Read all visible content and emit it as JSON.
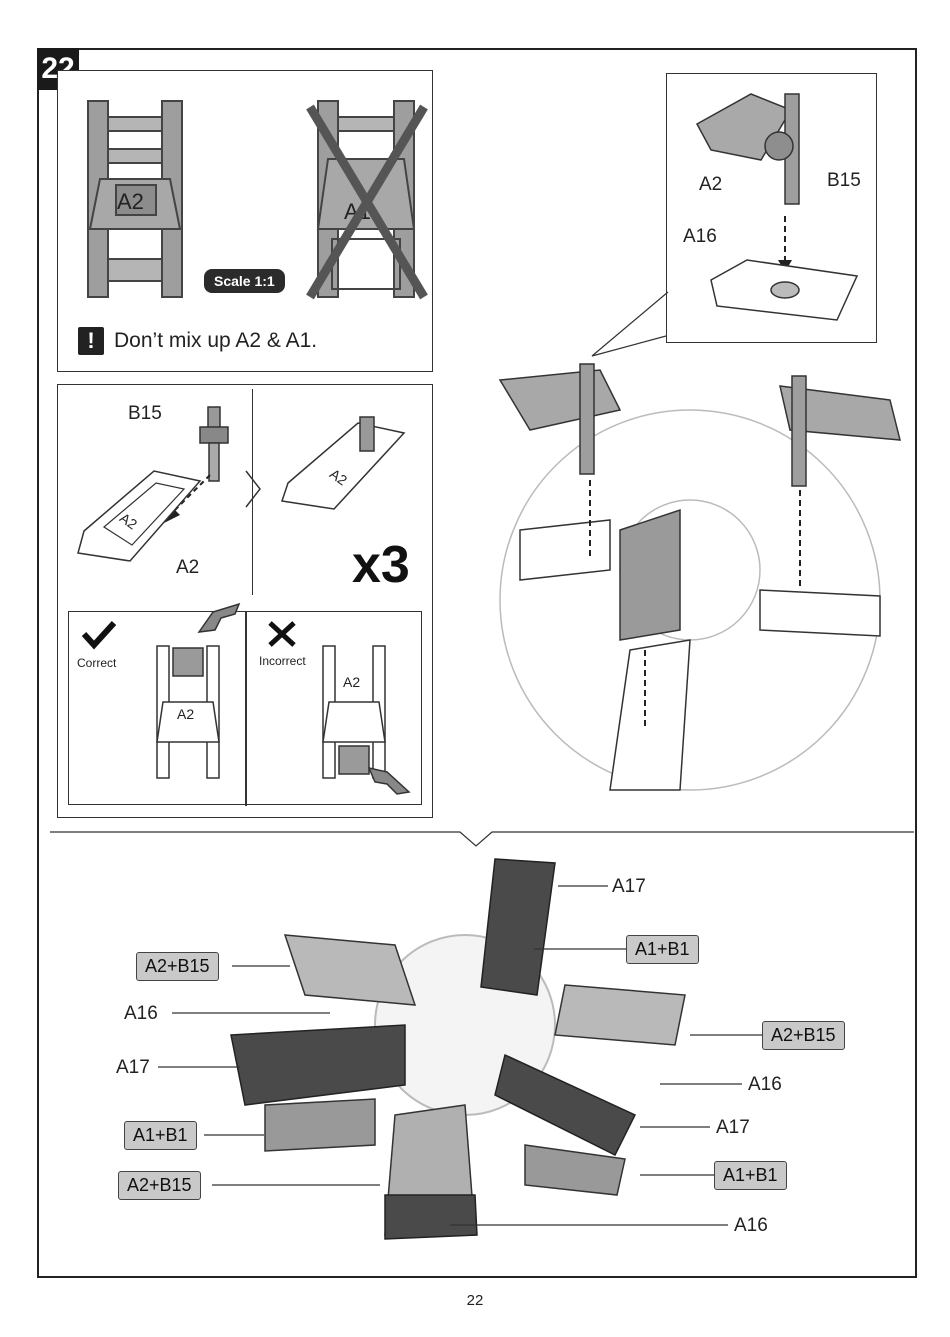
{
  "step": {
    "number": "22"
  },
  "top_left": {
    "part_correct": "A2",
    "part_wrong": "A1",
    "scale": "Scale 1:1",
    "warning": "Don’t mix up A2 & A1."
  },
  "mid_left": {
    "label_b15": "B15",
    "label_a2_bottom": "A2",
    "part_label_1": "A2",
    "part_label_2": "A2",
    "multiplier": "x3",
    "correct": "Correct",
    "incorrect": "Incorrect",
    "correct_part": "A2",
    "incorrect_part": "A2"
  },
  "detail": {
    "a2": "A2",
    "b15": "B15",
    "a16": "A16"
  },
  "bottom": {
    "labels_right": [
      "A17",
      "A1+B1",
      "A2+B15",
      "A16",
      "A17",
      "A1+B1",
      "A16"
    ],
    "labels_left": [
      "A2+B15",
      "A16",
      "A17",
      "A1+B1",
      "A2+B15"
    ]
  },
  "footer": {
    "page_number": "22"
  }
}
